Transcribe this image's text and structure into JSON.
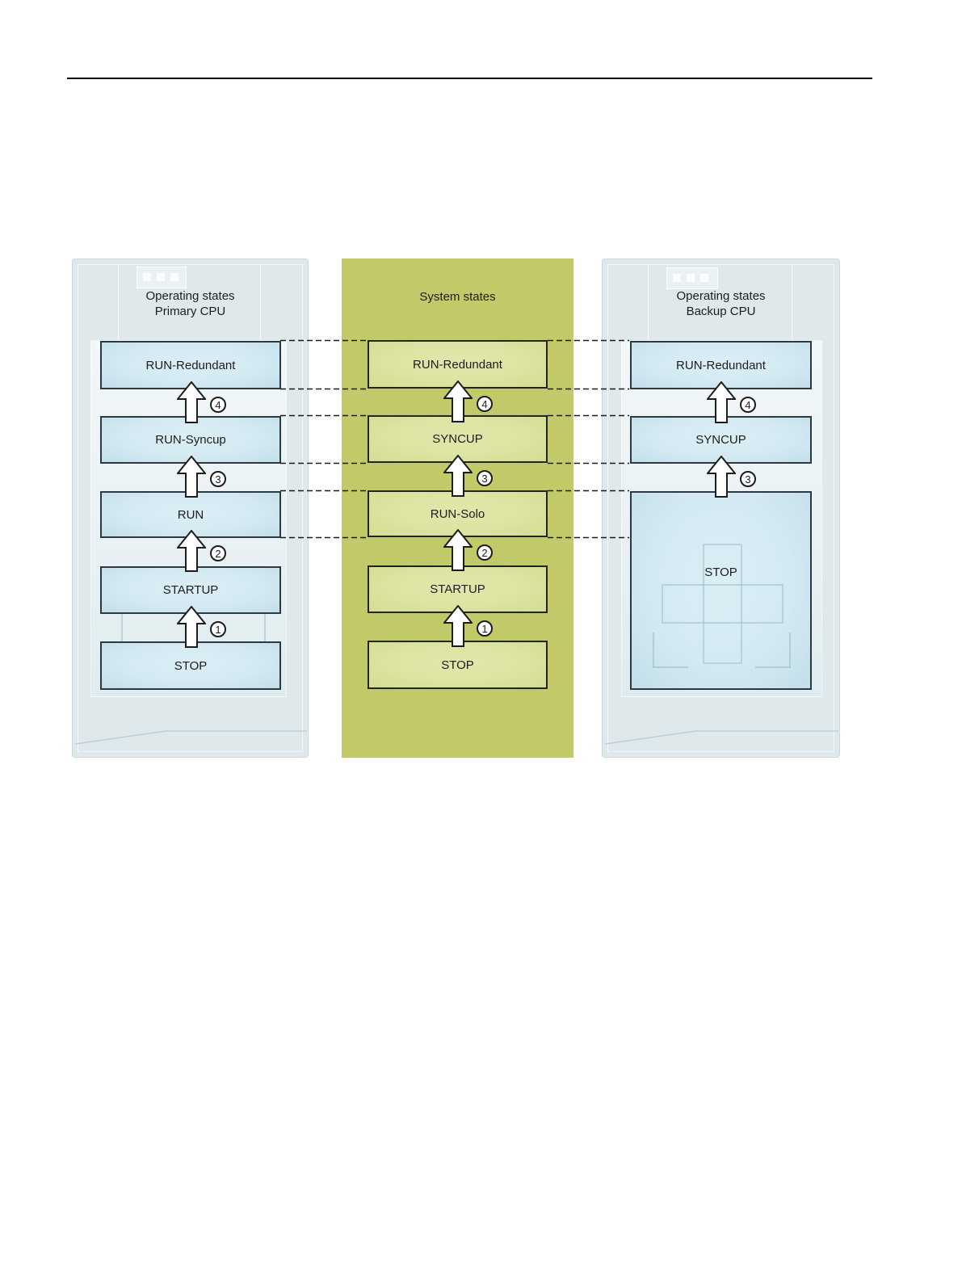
{
  "figure": {
    "description_tag": "state-transition-diagram",
    "panels": {
      "primary": {
        "title_line1": "Operating states",
        "title_line2": "Primary CPU",
        "states": [
          "RUN-Redundant",
          "RUN-Syncup",
          "RUN",
          "STARTUP",
          "STOP"
        ],
        "transitions": [
          "1",
          "2",
          "3",
          "4"
        ]
      },
      "system": {
        "title": "System states",
        "states": [
          "RUN-Redundant",
          "SYNCUP",
          "RUN-Solo",
          "STARTUP",
          "STOP"
        ],
        "transitions": [
          "1",
          "2",
          "3",
          "4"
        ]
      },
      "backup": {
        "title_line1": "Operating states",
        "title_line2": "Backup CPU",
        "states": [
          "RUN-Redundant",
          "SYNCUP",
          "STOP"
        ],
        "transitions": [
          "3",
          "4"
        ]
      }
    },
    "colors": {
      "panel_blue": "#dfe9ec",
      "panel_green": "#c2c968",
      "state_box_blue": "#d4eaf2",
      "state_box_green": "#dde3a1",
      "box_border": "#2c3940",
      "dashed_line": "#1a1a1a",
      "arrow_fill": "#ffffff"
    }
  }
}
